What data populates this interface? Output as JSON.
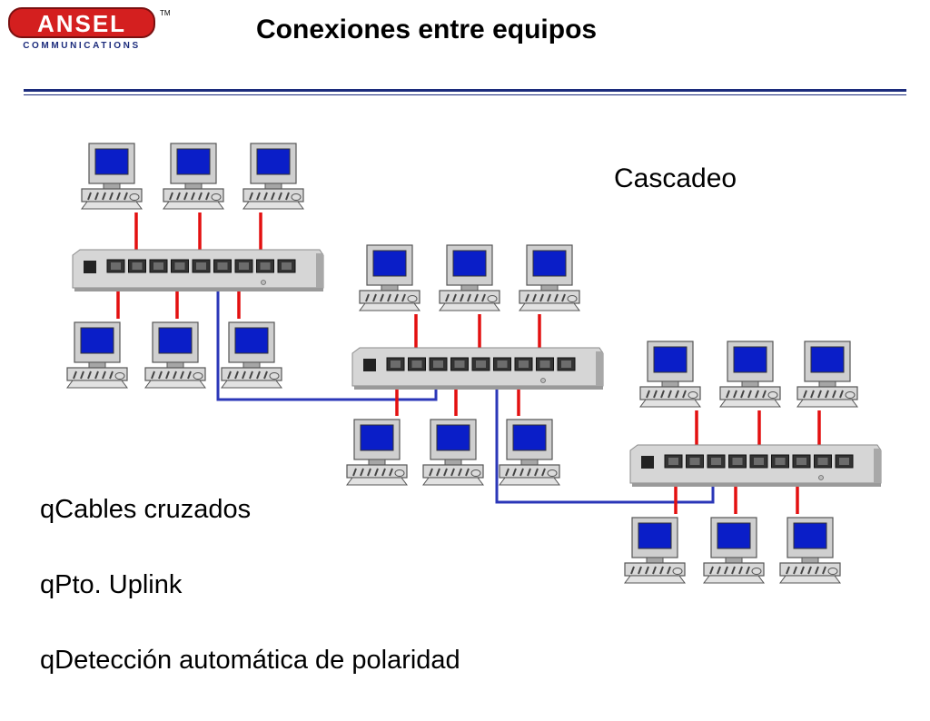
{
  "logo": {
    "name": "ANSEL",
    "tagline": "COMMUNICATIONS",
    "trademark": "TM"
  },
  "title": "Conexiones entre equipos",
  "subtitle": "Cascadeo",
  "bullets": [
    "qCables cruzados",
    "qPto. Uplink",
    "qDetección automática de polaridad"
  ],
  "colors": {
    "rule": "#1c2c7c",
    "cable_straight": "#e31010",
    "cable_crossover": "#2b37b8",
    "screen": "#0a1ec8",
    "logo_red": "#d41f1f"
  },
  "network": {
    "switches": [
      {
        "id": "switch-1",
        "pcs": 6
      },
      {
        "id": "switch-2",
        "pcs": 6
      },
      {
        "id": "switch-3",
        "pcs": 6
      }
    ],
    "crossover_links": [
      {
        "from": "switch-1",
        "to": "switch-2"
      },
      {
        "from": "switch-2",
        "to": "switch-3"
      }
    ]
  }
}
